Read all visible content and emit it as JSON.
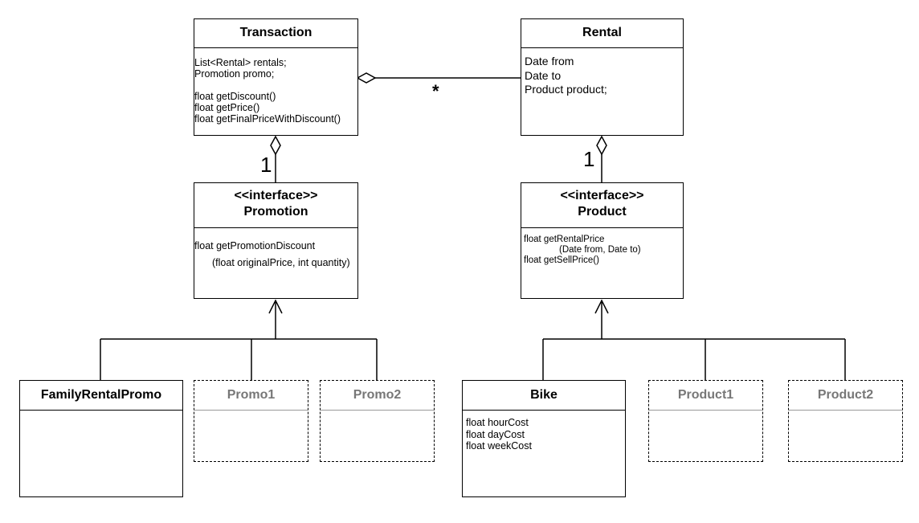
{
  "transaction": {
    "name": "Transaction",
    "attributes": [
      "List<Rental> rentals;",
      "Promotion promo;"
    ],
    "methods": [
      "float getDiscount()",
      "float getPrice()",
      "float getFinalPriceWithDiscount()"
    ]
  },
  "rental": {
    "name": "Rental",
    "attributes": [
      "Date from",
      "Date to",
      "Product product;"
    ]
  },
  "promotion": {
    "stereotype": "<<interface>>",
    "name": "Promotion",
    "methods": [
      "float getPromotionDiscount",
      "(float originalPrice, int quantity)"
    ]
  },
  "product": {
    "stereotype": "<<interface>>",
    "name": "Product",
    "methods": [
      "float getRentalPrice",
      "(Date from, Date to)",
      "float getSellPrice()"
    ]
  },
  "family_rental_promo": {
    "name": "FamilyRentalPromo"
  },
  "promo1": {
    "name": "Promo1"
  },
  "promo2": {
    "name": "Promo2"
  },
  "bike": {
    "name": "Bike",
    "attributes": [
      "float hourCost",
      "float dayCost",
      "float weekCost"
    ]
  },
  "product1": {
    "name": "Product1"
  },
  "product2": {
    "name": "Product2"
  },
  "multiplicities": {
    "transaction_promotion": "1",
    "rental_product": "1",
    "transaction_rental": "*"
  }
}
